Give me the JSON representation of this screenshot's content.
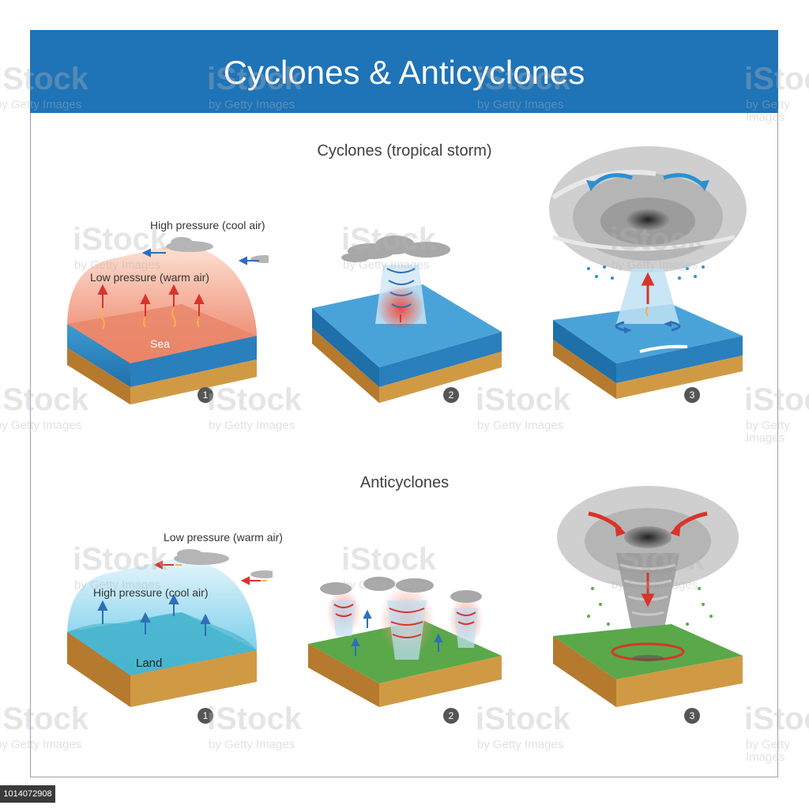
{
  "title": "Cyclones & Anticyclones",
  "cyclones": {
    "heading": "Cyclones (tropical storm)",
    "high_pressure": "High pressure (cool air)",
    "low_pressure": "Low pressure (warm air)",
    "sea": "Sea",
    "steps": [
      "1",
      "2",
      "3"
    ]
  },
  "anticyclones": {
    "heading": "Anticyclones",
    "low_pressure": "Low pressure (warm air)",
    "high_pressure": "High pressure (cool air)",
    "land": "Land",
    "steps": [
      "1",
      "2",
      "3"
    ]
  },
  "watermark": {
    "brand": "iStock",
    "credit": "by Getty Images"
  },
  "image_id": "1014072908",
  "colors": {
    "header": "#1f73b7",
    "sea_top": "#4fa3d8",
    "warm_dome": "#f08a70",
    "cool_dome": "#7fd0ec",
    "land_green": "#5aa84a",
    "soil": "#c08a3a",
    "arrow_red": "#d9342b",
    "arrow_blue": "#2e6fb7"
  }
}
